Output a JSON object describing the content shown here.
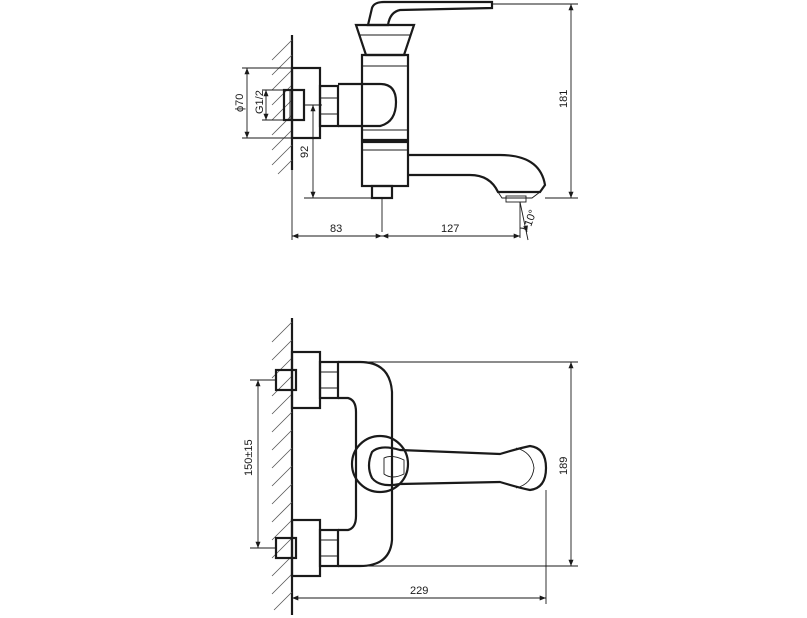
{
  "side_view": {
    "diameter_label": "ϕ70",
    "thread_label": "G1/2",
    "height_label": "92",
    "total_height_label": "181",
    "depth_left_label": "83",
    "depth_right_label": "127",
    "angle_label": "10°"
  },
  "top_view": {
    "center_distance_label": "150±15",
    "width_label": "189",
    "length_label": "229"
  },
  "colors": {
    "line": "#1a1a1a",
    "background": "#ffffff"
  }
}
